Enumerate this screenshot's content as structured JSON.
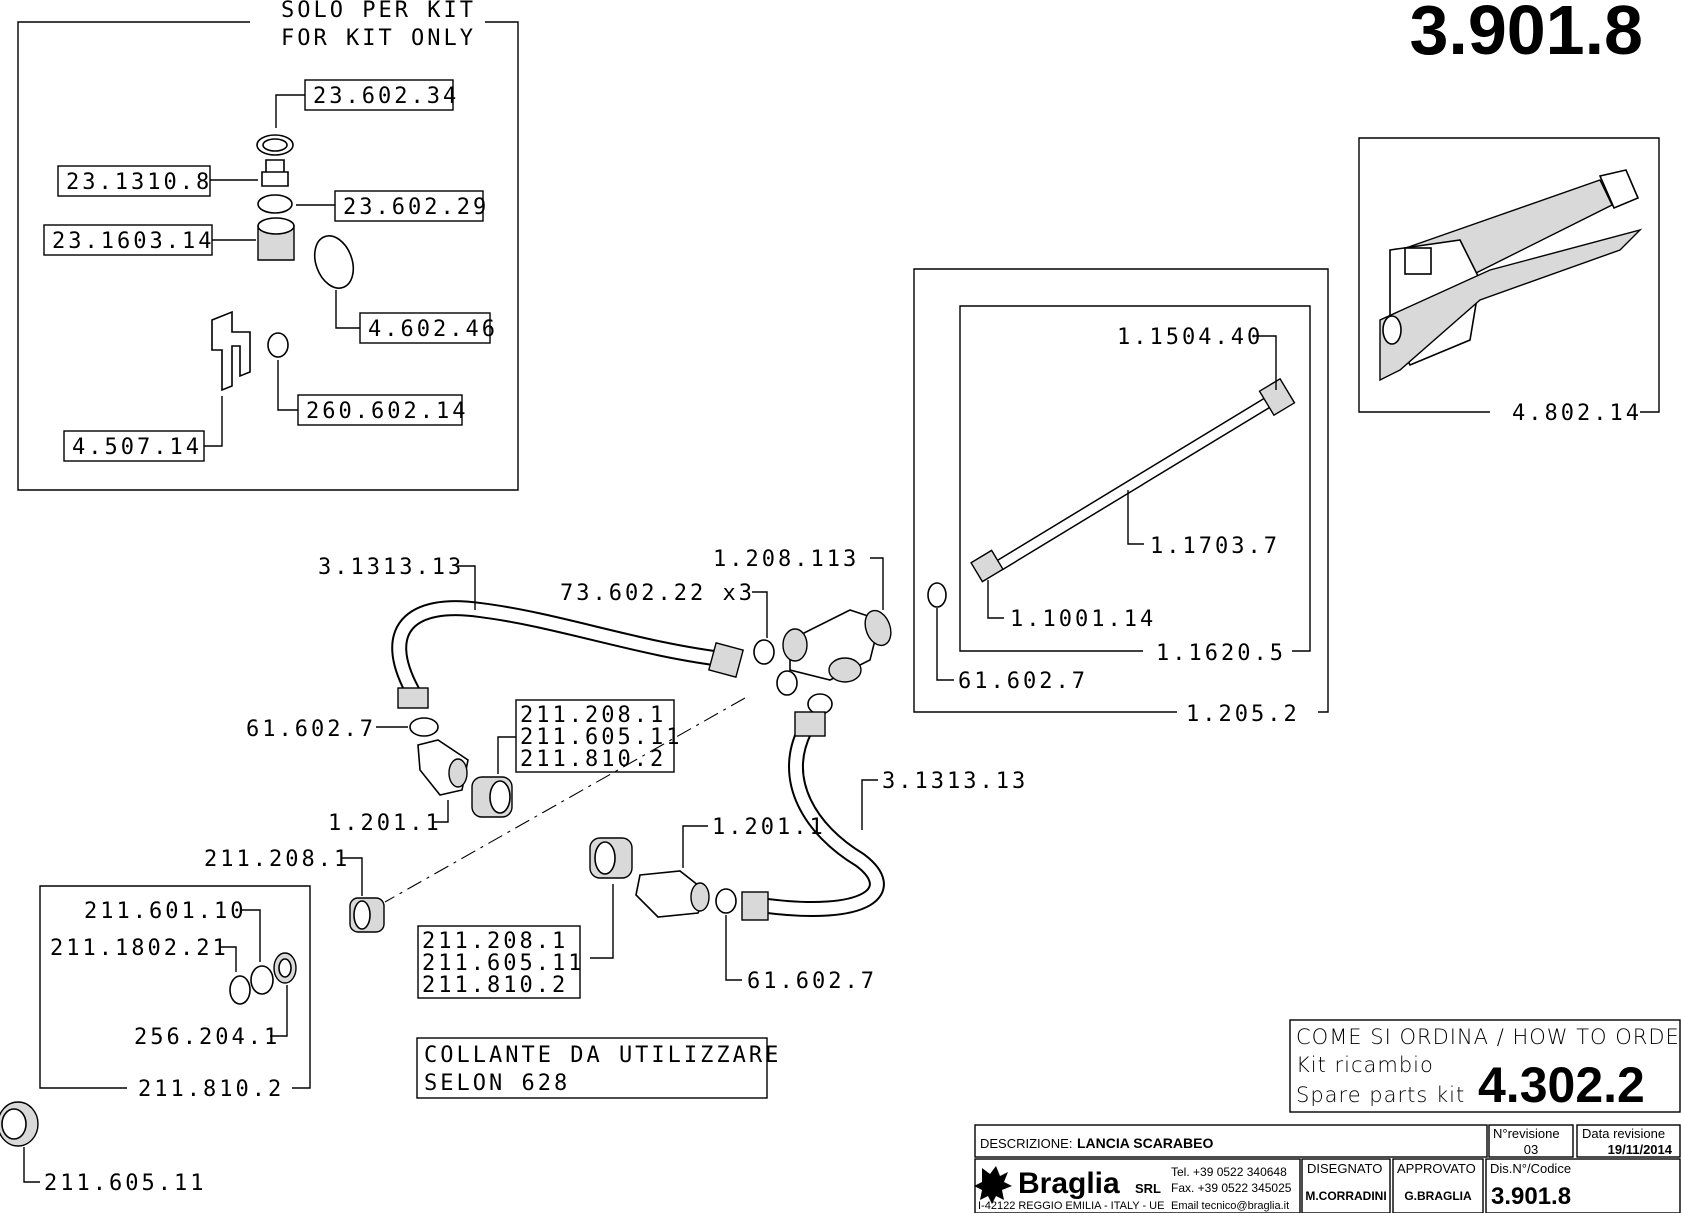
{
  "drawing_number": "3.901.8",
  "kit_box": {
    "header_line1": "SOLO PER KIT",
    "header_line2": "FOR KIT ONLY",
    "parts": [
      "23.602.34",
      "23.1310.8",
      "23.602.29",
      "23.1603.14",
      "4.602.46",
      "260.602.14",
      "4.507.14"
    ]
  },
  "handle": {
    "code": "4.802.14"
  },
  "lance": {
    "outer_code": "1.205.2",
    "inner_code": "1.1620.5",
    "parts": [
      "1.1504.40",
      "1.1703.7",
      "1.1001.14"
    ],
    "ring": "61.602.7"
  },
  "assembly": {
    "hose_top": "3.1313.13",
    "tee": "1.208.113",
    "oring_x3": "73.602.22 x3",
    "ring_left": "61.602.7",
    "elbow_left": "1.201.1",
    "nozzle_group_left": [
      "211.208.1",
      "211.605.11",
      "211.810.2"
    ],
    "connector_left": "211.208.1",
    "hose_bottom": "3.1313.13",
    "elbow_right": "1.201.1",
    "nozzle_group_right": [
      "211.208.1",
      "211.605.11",
      "211.810.2"
    ],
    "ring_right": "61.602.7"
  },
  "nozzle_box": {
    "parts": [
      "211.601.10",
      "211.1802.21",
      "256.204.1"
    ],
    "box_code": "211.810.2"
  },
  "nut_code": "211.605.11",
  "glue_note": {
    "line1": "COLLANTE DA UTILIZZARE",
    "line2": "SELON 628"
  },
  "how_to_order": {
    "title": "COME SI ORDINA / HOW TO ORDER",
    "line1": "Kit ricambio",
    "line2": "Spare parts kit",
    "kit_code": "4.302.2"
  },
  "title_block": {
    "descrizione_label": "DESCRIZIONE:",
    "descrizione_value": "LANCIA SCARABEO",
    "revision_label": "N°revisione",
    "revision_value": "03",
    "date_label": "Data revisione",
    "date_value": "19/11/2014",
    "company": "Braglia",
    "company_suffix": "SRL",
    "tel": "Tel. +39 0522 340648",
    "fax": "Fax. +39 0522 345025",
    "address": "I-42122 REGGIO EMILIA - ITALY - UE",
    "email": "Email tecnico@braglia.it",
    "drawn_label": "DISEGNATO",
    "drawn_value": "M.CORRADINI",
    "approved_label": "APPROVATO",
    "approved_value": "G.BRAGLIA",
    "code_label": "Dis.N°/Codice",
    "code_value": "3.901.8"
  }
}
